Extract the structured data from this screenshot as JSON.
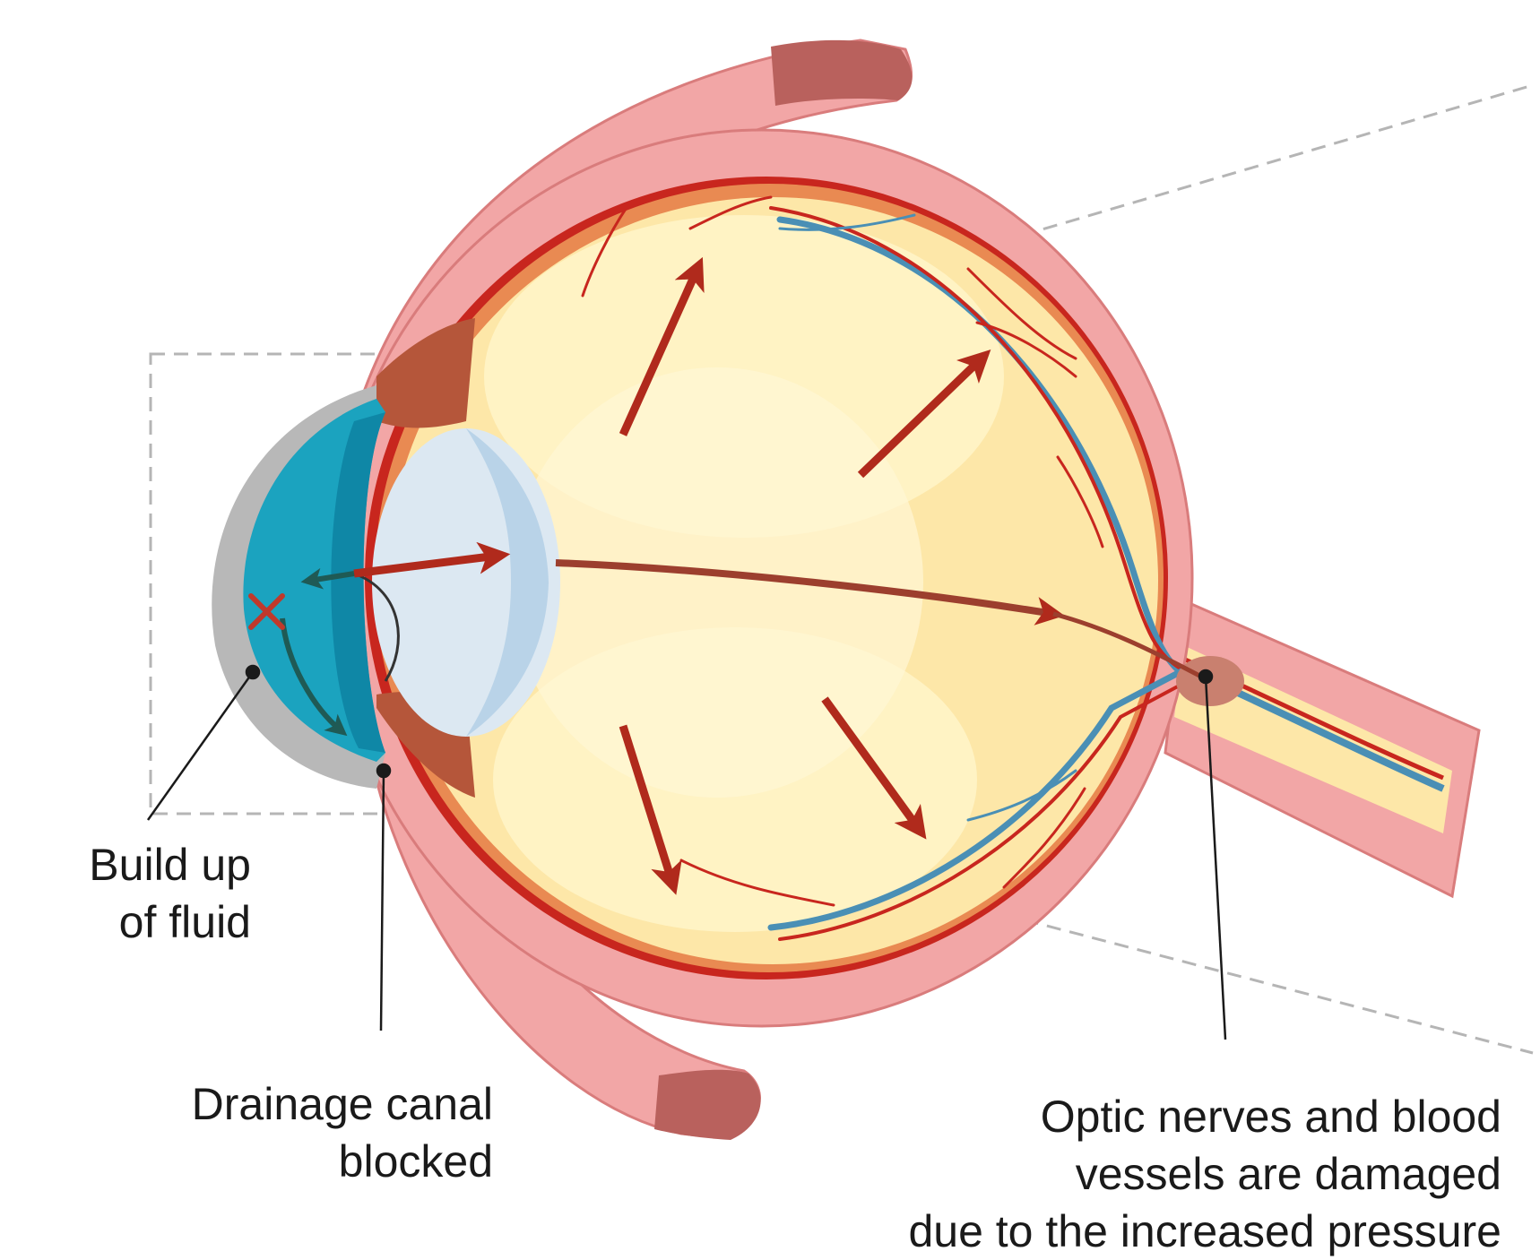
{
  "labels": {
    "build_up_of_fluid": [
      "Build up",
      "of fluid"
    ],
    "drainage_canal_blocked": [
      "Drainage canal",
      "blocked"
    ],
    "optic_nerve_damage": [
      "Optic nerves and blood",
      "vessels are damaged",
      "due to the increased pressure"
    ]
  },
  "colors": {
    "sclera": "#f2a6a6",
    "sclera_edge": "#d97c7c",
    "muscle_tip": "#b9615d",
    "retina_red": "#c8261e",
    "vessel_blue": "#4a8fb5",
    "vitreous_yellow": "#fde7a8",
    "vitreous_light": "#fff7d6",
    "lens": "#dce8f2",
    "cornea_teal": "#1ba3bf",
    "cornea_gray": "#b8b8b8",
    "iris_brown": "#b5563a",
    "pressure_arrow": "#b02a1c",
    "flow_arrow": "#1f5a55",
    "zoom_box": "#b5b5b5"
  }
}
